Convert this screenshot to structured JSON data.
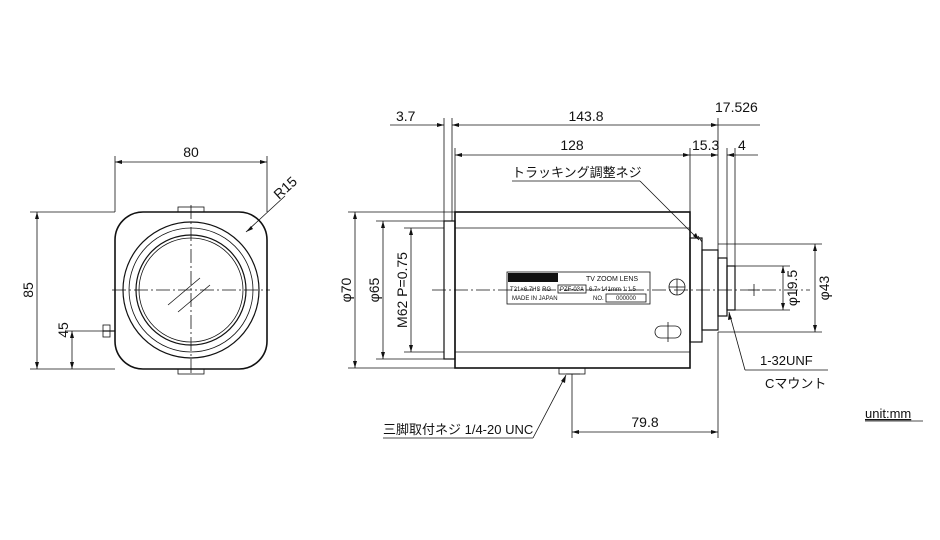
{
  "front_view": {
    "width_dim": "80",
    "height_dim": "85",
    "tripod_height_dim": "45",
    "corner_radius_dim": "R15"
  },
  "side_view": {
    "dim_3_7": "3.7",
    "dim_143_8": "143.8",
    "dim_17_526": "17.526",
    "dim_128": "128",
    "dim_15_3": "15.3",
    "dim_4": "4",
    "dim_phi70": "φ70",
    "dim_phi65": "φ65",
    "dim_m62": "M62 P=0.75",
    "dim_phi19_5": "φ19.5",
    "dim_phi43": "φ43",
    "dim_79_8": "79.8"
  },
  "callouts": {
    "tracking_screw": "トラッキング調整ネジ",
    "thread": "1-32UNF",
    "c_mount": "Cマウント",
    "tripod_screw": "三脚取付ネジ 1/4-20 UNC"
  },
  "nameplate": {
    "title": "TV ZOOM LENS",
    "model_line": "T21×6.7HS RG",
    "model_box": "PZF-03A",
    "spec": "6.7~141mm 1:1.5",
    "made_in": "MADE IN JAPAN",
    "no_label": "NO.",
    "serial": "000000"
  },
  "unit_label": "unit:mm"
}
